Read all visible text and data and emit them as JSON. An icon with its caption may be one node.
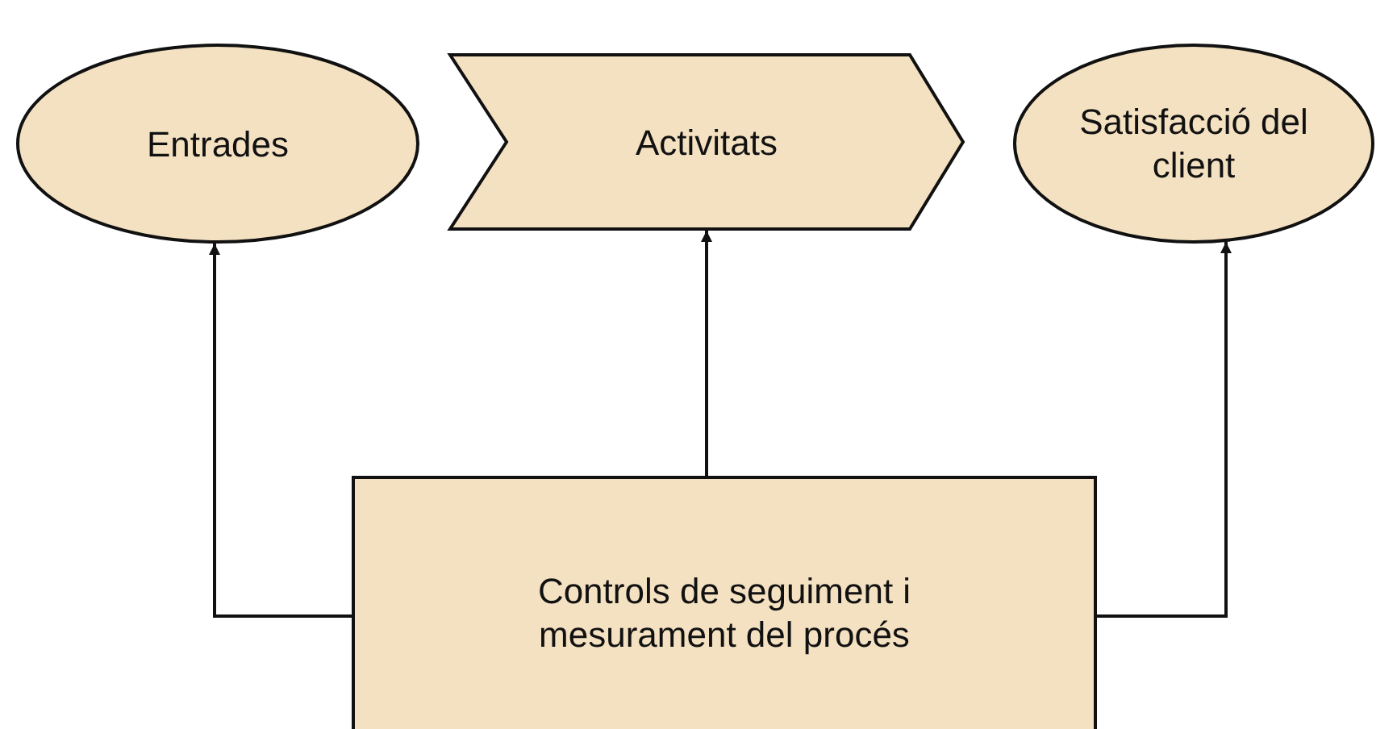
{
  "diagram": {
    "nodes": [
      {
        "text": [
          "Entrades"
        ]
      },
      {
        "text": [
          "Activitats"
        ]
      },
      {
        "text": [
          "Satisfacció del client"
        ]
      },
      {
        "text": [
          "Controls de seguiment i mesurament del procés"
        ]
      }
    ],
    "edges": [
      {
        "from": 3,
        "to": 0,
        "arrow": "to"
      },
      {
        "from": 3,
        "to": 1,
        "arrow": "to"
      },
      {
        "from": 3,
        "to": 2,
        "arrow": "to"
      }
    ]
  }
}
